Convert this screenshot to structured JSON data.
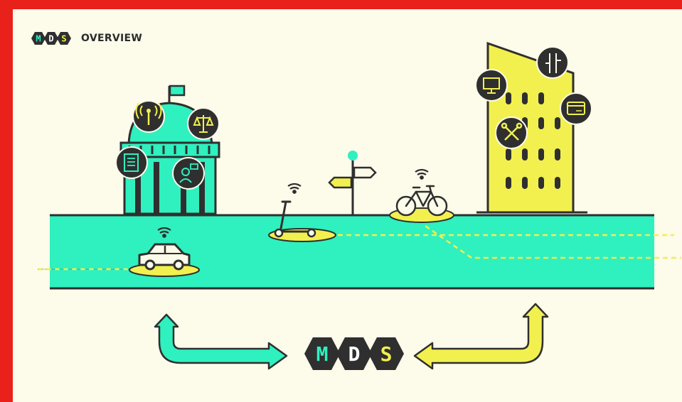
{
  "header": {
    "logo_letters": [
      "M",
      "D",
      "S"
    ],
    "title": "OVERVIEW"
  },
  "center_logo": {
    "letters": [
      "M",
      "D",
      "S"
    ]
  },
  "colors": {
    "frame_border": "#e8211a",
    "background": "#fdfbea",
    "teal": "#2ff0bf",
    "yellow": "#f2f04e",
    "dark": "#2f2f2f"
  },
  "icons": {
    "government_building": [
      "antenna-signal-icon",
      "balance-scale-icon",
      "document-icon",
      "user-chat-icon"
    ],
    "company_tower": [
      "signpost-icon",
      "monitor-icon",
      "credit-card-icon",
      "tools-icon"
    ],
    "vehicles": [
      "car-icon",
      "scooter-icon",
      "bicycle-icon",
      "wifi-icon"
    ]
  }
}
